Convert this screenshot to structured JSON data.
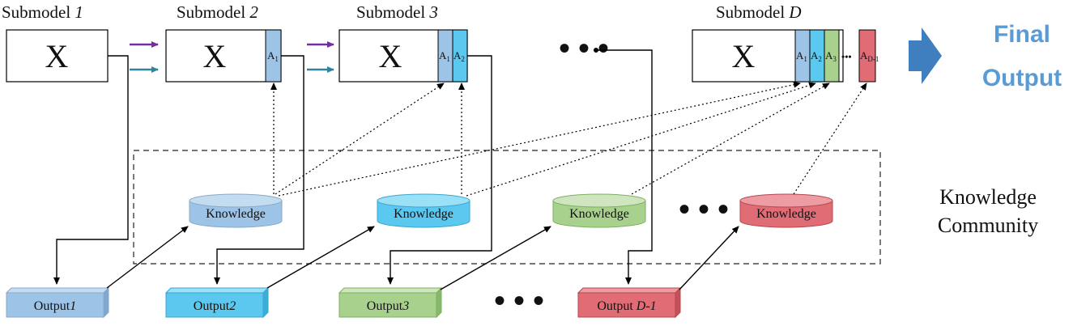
{
  "submodels": [
    {
      "prefix": "Submodel ",
      "index": "1",
      "x_text": "X",
      "slots": []
    },
    {
      "prefix": "Submodel ",
      "index": "2",
      "x_text": "X",
      "slots": [
        {
          "main": "A",
          "sub": "1"
        }
      ]
    },
    {
      "prefix": "Submodel ",
      "index": "3",
      "x_text": "X",
      "slots": [
        {
          "main": "A",
          "sub": "1"
        },
        {
          "main": "A",
          "sub": "2"
        }
      ]
    },
    {
      "prefix": "Submodel ",
      "index": "D",
      "x_text": "X",
      "slots": [
        {
          "main": "A",
          "sub": "1"
        },
        {
          "main": "A",
          "sub": "2"
        },
        {
          "main": "A",
          "sub": "3"
        },
        {
          "main": "A",
          "sub": "D-1"
        }
      ]
    }
  ],
  "slot_ellipsis": "•••",
  "knowledge": [
    {
      "label": "Knowledge",
      "color": "#9dc3e6"
    },
    {
      "label": "Knowledge",
      "color": "#5bc8f0"
    },
    {
      "label": "Knowledge",
      "color": "#a9d18e"
    },
    {
      "label": "Knowledge",
      "color": "#e06c75"
    }
  ],
  "outputs": [
    {
      "prefix": "Output",
      "index": "1",
      "color": "#9dc3e6"
    },
    {
      "prefix": "Output",
      "index": "2",
      "color": "#5bc8f0"
    },
    {
      "prefix": "Output",
      "index": "3",
      "color": "#a9d18e"
    },
    {
      "prefix": "Output ",
      "index": "D-1",
      "color": "#e06c75"
    }
  ],
  "ellipsis": "• • •",
  "community_label": [
    "Knowledge",
    "Community"
  ],
  "final_output": [
    "Final",
    "Output"
  ],
  "colors": {
    "arrow_purple": "#7030a0",
    "arrow_teal": "#31849b",
    "final_arrow": "#3f7fbf",
    "final_text": "#5b9bd5",
    "slot_colors": [
      "#9dc3e6",
      "#5bc8f0",
      "#a9d18e",
      "#e06c75"
    ]
  }
}
